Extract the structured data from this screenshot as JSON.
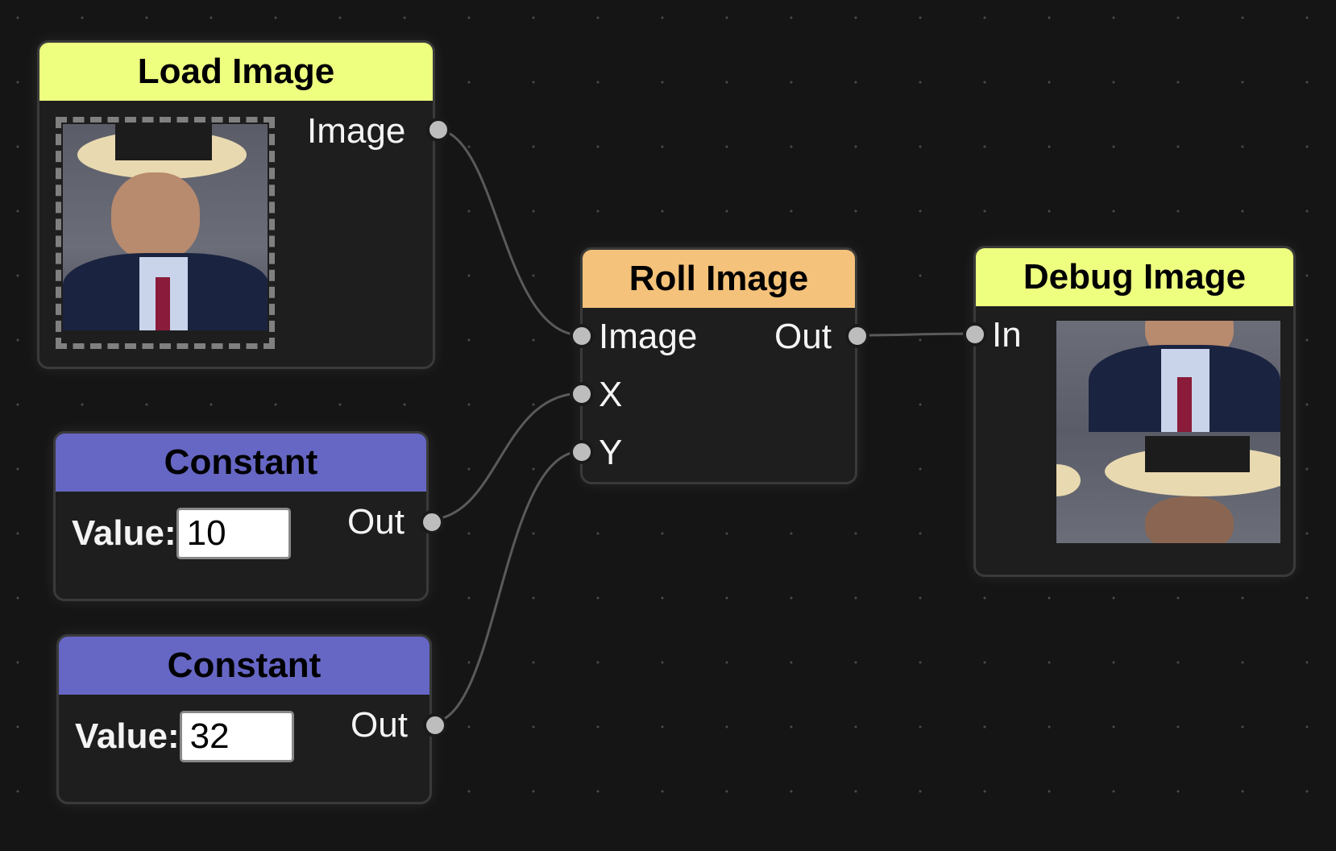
{
  "canvas": {
    "background": "#151515",
    "grid_dot_color": "#4a4a4a"
  },
  "nodes": {
    "load_image": {
      "title": "Load Image",
      "header_color": "#eeff80",
      "outputs": [
        {
          "label": "Image"
        }
      ],
      "image": "man-in-fedora-hat-photo"
    },
    "constant_x": {
      "title": "Constant",
      "header_color": "#6666c4",
      "value_label": "Value:",
      "value": "10",
      "outputs": [
        {
          "label": "Out"
        }
      ]
    },
    "constant_y": {
      "title": "Constant",
      "header_color": "#6666c4",
      "value_label": "Value:",
      "value": "32",
      "outputs": [
        {
          "label": "Out"
        }
      ]
    },
    "roll_image": {
      "title": "Roll Image",
      "header_color": "#f4c27a",
      "inputs": [
        {
          "label": "Image"
        },
        {
          "label": "X"
        },
        {
          "label": "Y"
        }
      ],
      "outputs": [
        {
          "label": "Out"
        }
      ]
    },
    "debug_image": {
      "title": "Debug Image",
      "header_color": "#eeff80",
      "inputs": [
        {
          "label": "In"
        }
      ],
      "image": "rolled-man-in-fedora-hat-photo"
    }
  },
  "connections": [
    {
      "from": "load_image.Image",
      "to": "roll_image.Image"
    },
    {
      "from": "constant_x.Out",
      "to": "roll_image.X"
    },
    {
      "from": "constant_y.Out",
      "to": "roll_image.Y"
    },
    {
      "from": "roll_image.Out",
      "to": "debug_image.In"
    }
  ]
}
